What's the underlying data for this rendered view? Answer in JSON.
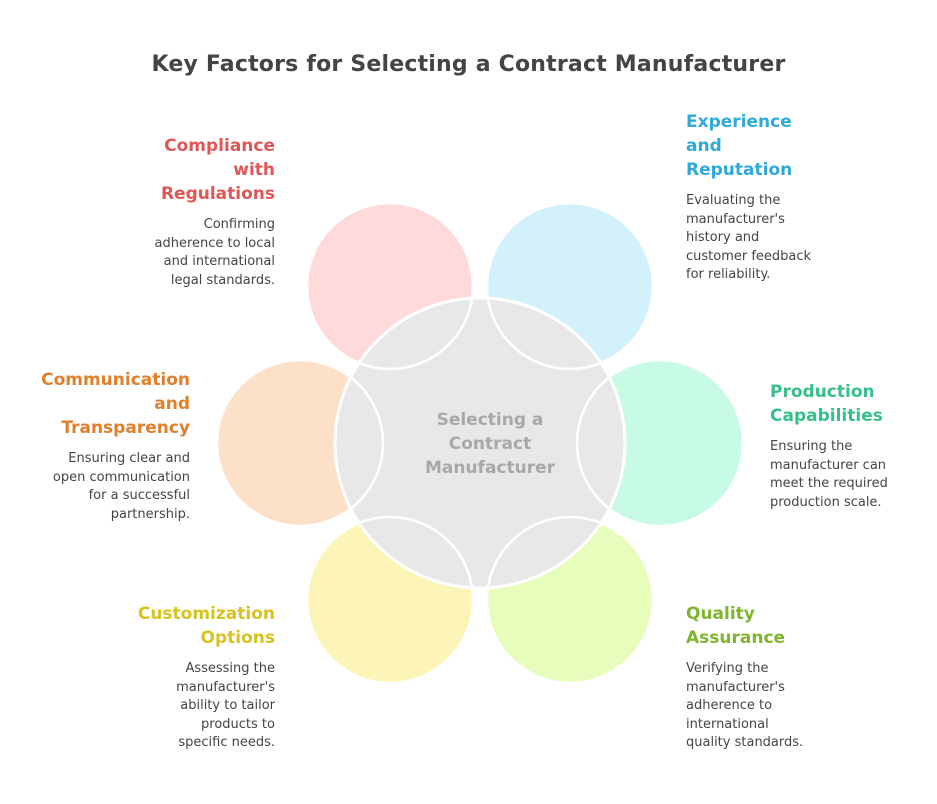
{
  "title": "Key Factors for Selecting a Contract Manufacturer",
  "center": {
    "label": "Selecting a\nContract\nManufacturer"
  },
  "factors": [
    {
      "id": "compliance",
      "title": "Compliance\nwith\nRegulations",
      "description": "Confirming\nadherence to local\nand international\nlegal standards.",
      "title_color": "#e05555",
      "fill_color": "#ffdadb"
    },
    {
      "id": "experience",
      "title": "Experience\nand\nReputation",
      "description": "Evaluating the\nmanufacturer's\nhistory and\ncustomer feedback\nfor reliability.",
      "title_color": "#2faad8",
      "fill_color": "#d2f1fd"
    },
    {
      "id": "production",
      "title": "Production\nCapabilities",
      "description": "Ensuring the\nmanufacturer can\nmeet the required\nproduction scale.",
      "title_color": "#35c08a",
      "fill_color": "#c8fbe3"
    },
    {
      "id": "quality",
      "title": "Quality\nAssurance",
      "description": "Verifying the\nmanufacturer's\nadherence to\ninternational\nquality standards.",
      "title_color": "#7fb52c",
      "fill_color": "#e6fdbc"
    },
    {
      "id": "customization",
      "title": "Customization\nOptions",
      "description": "Assessing the\nmanufacturer's\nability to tailor\nproducts to\nspecific needs.",
      "title_color": "#d9c21d",
      "fill_color": "#fdf5b8"
    },
    {
      "id": "communication",
      "title": "Communication\nand\nTransparency",
      "description": "Ensuring clear and\nopen communication\nfor a successful\npartnership.",
      "title_color": "#e07f2c",
      "fill_color": "#fde0c8"
    }
  ],
  "colors": {
    "center_fill": "#e8e8e8",
    "outline": "#ffffff",
    "title_text": "#444444",
    "body_text": "#444444",
    "center_text": "#a8a8a8"
  }
}
